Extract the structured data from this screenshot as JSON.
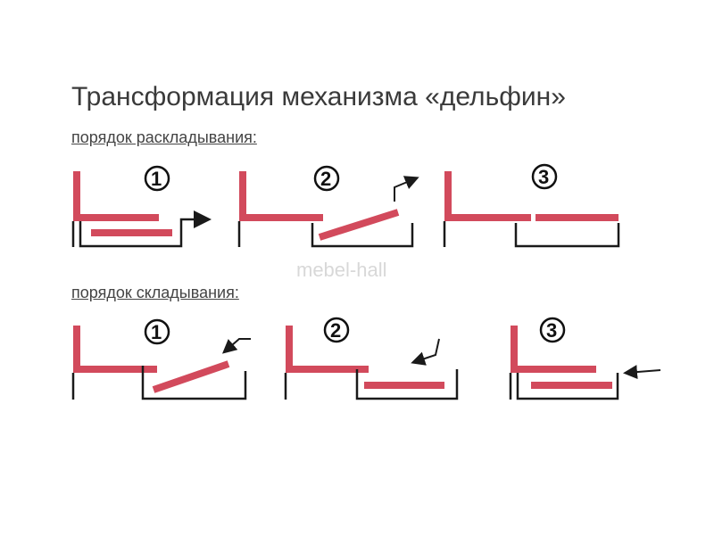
{
  "title": "Трансформация механизма «дельфин»",
  "unfold_label": "порядок раскладывания:",
  "fold_label": "порядок складывания:",
  "watermark": "mebel-hall",
  "steps": [
    "1",
    "2",
    "3"
  ],
  "colors": {
    "panel": "#d24a5c",
    "frame": "#1a1a1a"
  }
}
